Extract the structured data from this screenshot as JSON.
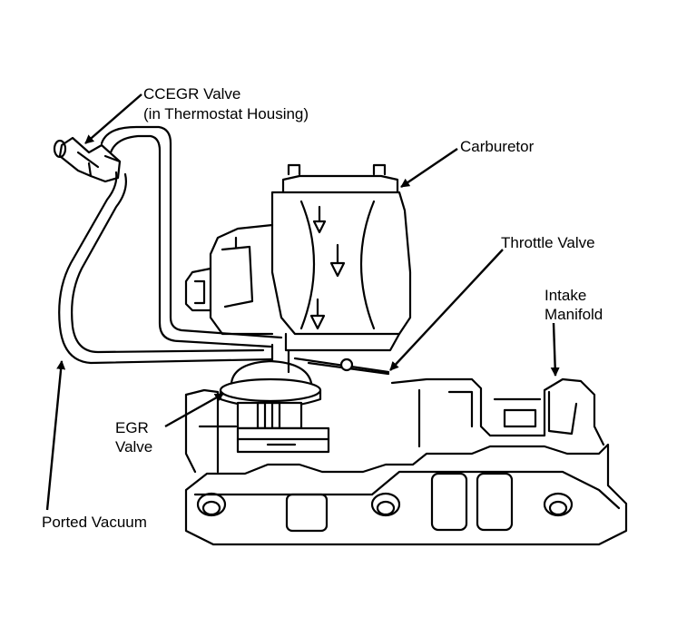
{
  "labels": {
    "ccegr_valve": "CCEGR Valve",
    "ccegr_location": "(in Thermostat Housing)",
    "carburetor": "Carburetor",
    "throttle_valve": "Throttle Valve",
    "intake_line1": "Intake",
    "intake_line2": "Manifold",
    "egr_line1": "EGR",
    "egr_line2": "Valve",
    "ported_vacuum": "Ported Vacuum"
  },
  "colors": {
    "ink": "#000000",
    "paper": "#ffffff"
  }
}
